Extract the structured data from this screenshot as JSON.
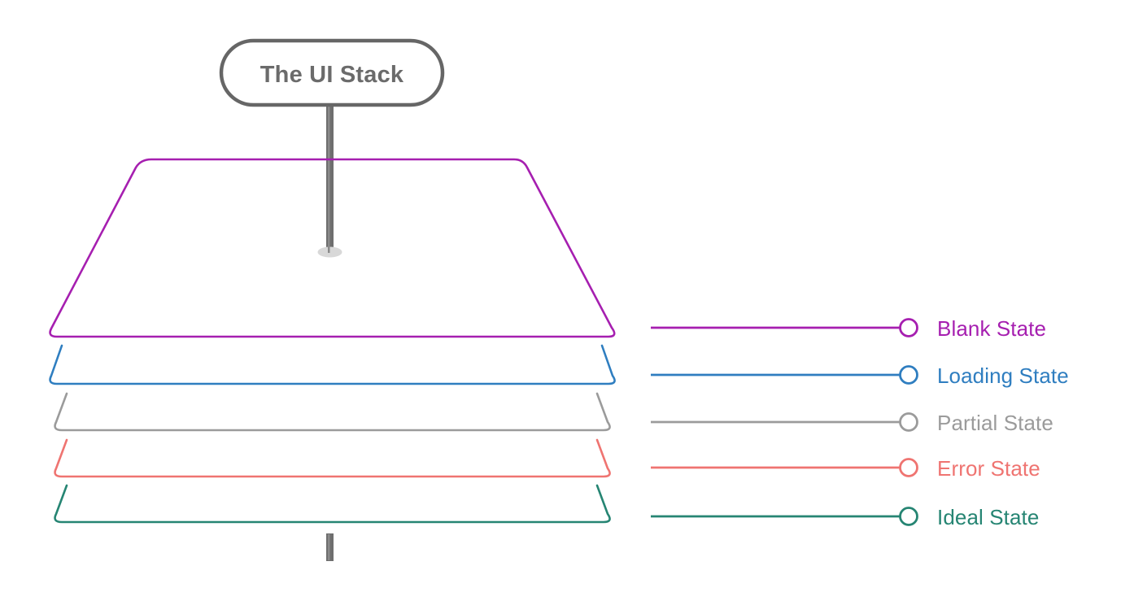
{
  "title_badge": {
    "label": "The UI Stack",
    "text_color": "#6b6b6b",
    "border_color": "#666666"
  },
  "pole": {
    "color": "#6e6e6e",
    "base_ellipse_color": "#d8d8d8"
  },
  "bottom_stub": {
    "color": "#6e6e6e"
  },
  "chart_data": {
    "type": "diagram",
    "title": "The UI Stack",
    "layers": [
      {
        "label": "Blank State",
        "color": "#a61fb0",
        "order": 1,
        "kind": "top-volume"
      },
      {
        "label": "Loading State",
        "color": "#2f7ec0",
        "order": 2,
        "kind": "slab"
      },
      {
        "label": "Partial State",
        "color": "#9b9b9b",
        "order": 3,
        "kind": "slab"
      },
      {
        "label": "Error State",
        "color": "#ef7471",
        "order": 4,
        "kind": "slab"
      },
      {
        "label": "Ideal State",
        "color": "#268573",
        "order": 5,
        "kind": "slab"
      }
    ],
    "legend_position": "right",
    "notes": "Five stacked trapezoidal layers representing UI states, largest (Blank State) on top."
  },
  "legend": {
    "items": [
      {
        "label": "Blank State",
        "color": "#a61fb0"
      },
      {
        "label": "Loading State",
        "color": "#2f7ec0"
      },
      {
        "label": "Partial State",
        "color": "#9b9b9b"
      },
      {
        "label": "Error State",
        "color": "#ef7471"
      },
      {
        "label": "Ideal State",
        "color": "#268573"
      }
    ]
  }
}
